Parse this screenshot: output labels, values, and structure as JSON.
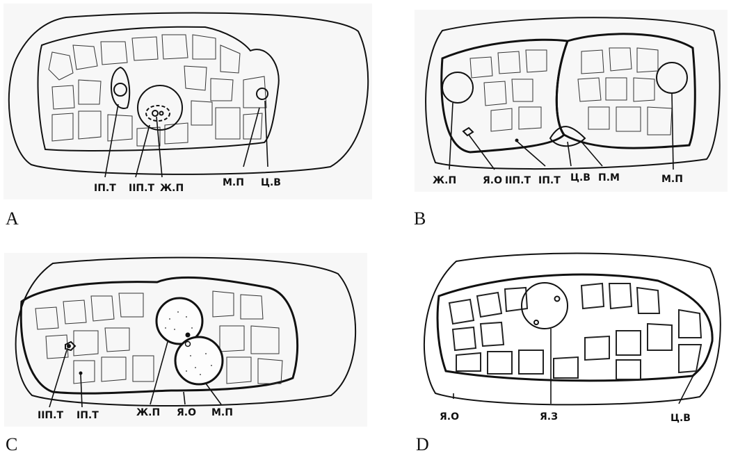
{
  "panels": [
    {
      "letter": "A",
      "labels": [
        "IП.Т",
        "IIП.Т",
        "Ж.П",
        "М.П",
        "Ц.В"
      ]
    },
    {
      "letter": "B",
      "labels": [
        "Ж.П",
        "Я.О",
        "IIП.Т",
        "IП.Т",
        "Ц.В",
        "П.М",
        "М.П"
      ]
    },
    {
      "letter": "C",
      "labels": [
        "IIП.Т",
        "IП.Т",
        "Ж.П",
        "Я.О",
        "М.П"
      ]
    },
    {
      "letter": "D",
      "labels": [
        "Я.О",
        "Я.З",
        "Ц.В"
      ]
    }
  ]
}
